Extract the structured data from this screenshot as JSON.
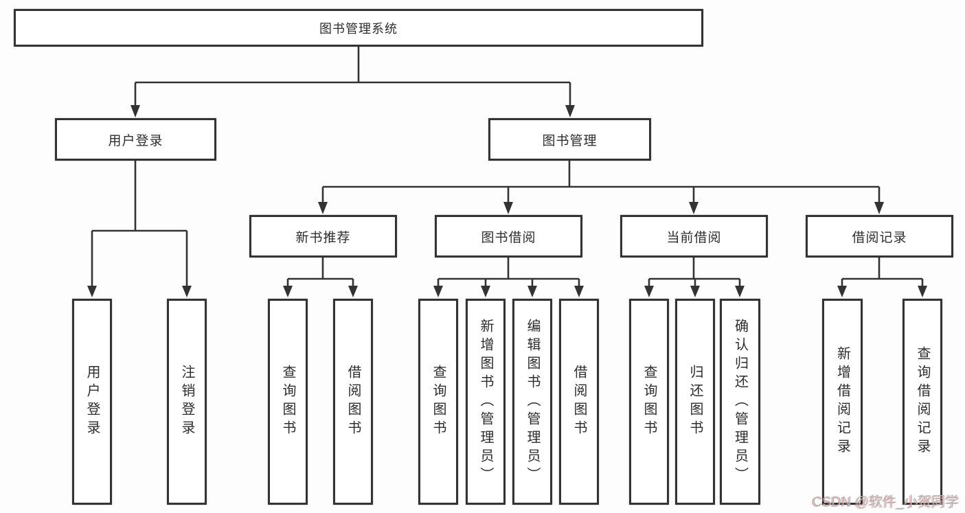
{
  "diagram_title": "图书管理系统",
  "colors": {
    "line": "#333333",
    "box_border": "#333333",
    "box_fill": "#ffffff",
    "text": "#2d2d2d",
    "watermark_gray": "#b5b5b5",
    "watermark_red": "#d87878"
  },
  "tree": {
    "root": "图书管理系统",
    "branches": [
      {
        "label": "用户登录",
        "children": [
          "用户登录",
          "注销登录"
        ]
      },
      {
        "label": "图书管理",
        "children": [
          {
            "label": "新书推荐",
            "children": [
              "查询图书",
              "借阅图书"
            ]
          },
          {
            "label": "图书借阅",
            "children": [
              "查询图书",
              "新增图书（管理员）",
              "编辑图书（管理员）",
              "借阅图书"
            ]
          },
          {
            "label": "当前借阅",
            "children": [
              "查询图书",
              "归还图书",
              "确认归还（管理员）"
            ]
          },
          {
            "label": "借阅记录",
            "children": [
              "新增借阅记录",
              "查询借阅记录"
            ]
          }
        ]
      }
    ]
  },
  "watermark": "CSDN @软件_小贺同学"
}
